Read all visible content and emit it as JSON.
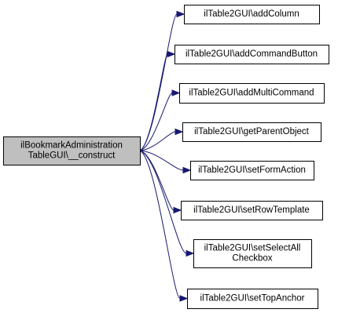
{
  "graph": {
    "source": {
      "label_lines": [
        "ilBookmarkAdministration",
        "TableGUI\\__construct"
      ],
      "fill": "#bfbfbf"
    },
    "targets": [
      {
        "label_lines": [
          "ilTable2GUI\\addColumn"
        ]
      },
      {
        "label_lines": [
          "ilTable2GUI\\addCommandButton"
        ]
      },
      {
        "label_lines": [
          "ilTable2GUI\\addMultiCommand"
        ]
      },
      {
        "label_lines": [
          "ilTable2GUI\\getParentObject"
        ]
      },
      {
        "label_lines": [
          "ilTable2GUI\\setFormAction"
        ]
      },
      {
        "label_lines": [
          "ilTable2GUI\\setRowTemplate"
        ]
      },
      {
        "label_lines": [
          "ilTable2GUI\\setSelectAll",
          "Checkbox"
        ]
      },
      {
        "label_lines": [
          "ilTable2GUI\\setTopAnchor"
        ]
      }
    ],
    "colors": {
      "edge": "#191970",
      "node_fill": "#ffffff",
      "border": "#000000"
    }
  }
}
